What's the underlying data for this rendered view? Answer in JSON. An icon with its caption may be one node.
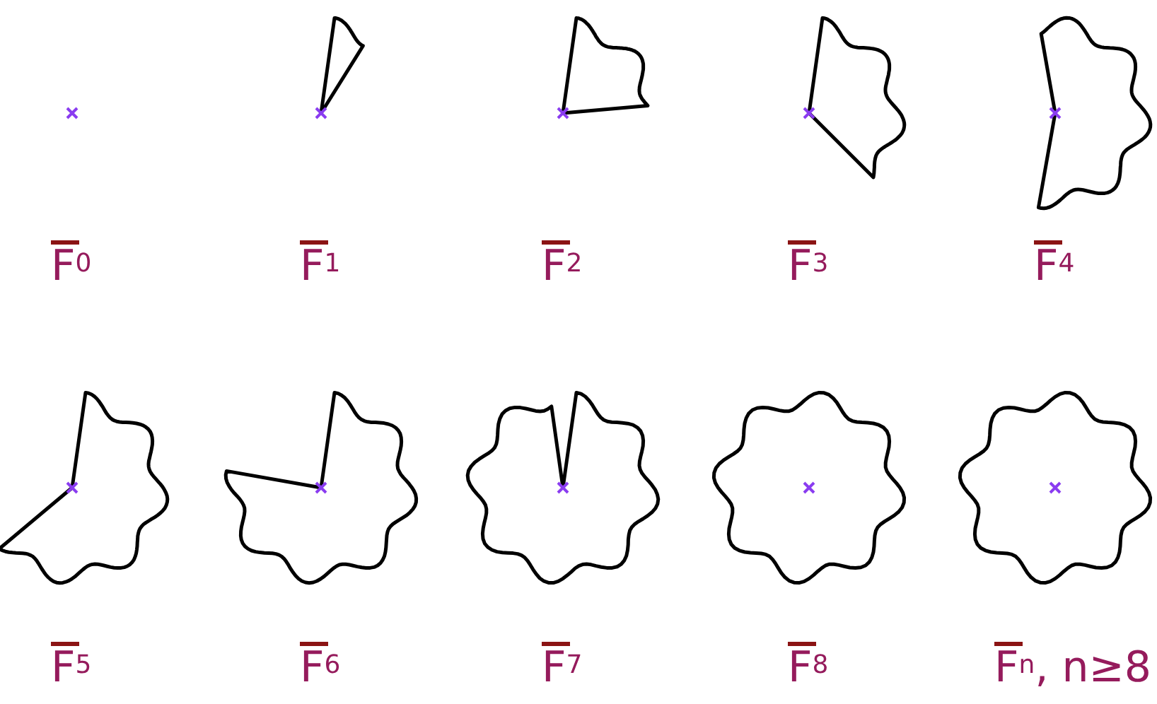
{
  "diagram": {
    "labels": [
      "F$^{0}$",
      "F$^{1}$",
      "F$^{2}$",
      "F$^{3}$",
      "F$^{4}$",
      "F$^{5}$",
      "F$^{6}$",
      "F$^{7}$",
      "F$^{8}$",
      "F$^{n}$, n≥8"
    ]
  }
}
